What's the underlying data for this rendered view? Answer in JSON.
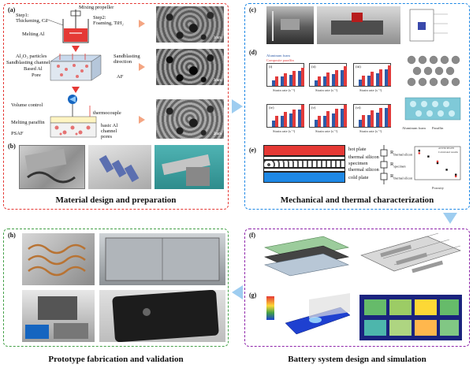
{
  "panels": {
    "top_left": {
      "caption": "Material design and preparation",
      "a": {
        "label": "(a)",
        "mixing_propeller": "Mixing propeller",
        "step1": "Step1:",
        "thickening": "Thickening, Ca",
        "step2": "Step2:",
        "foaming": "Foaming, TiH₂",
        "melting_al": "Melting Al",
        "al2o3": "Al₂O₃ particles",
        "channel": "Sandblasting channel",
        "based_al": "Based Al",
        "pore": "Pore",
        "sandblasting": "Sandblasting",
        "direction": "direction",
        "af": "AF",
        "volume_control": "Volume control",
        "thermocouple": "thermocouple",
        "melting_paraffin": "Melting paraffin",
        "psaf": "PSAF",
        "basic_al": "basic Al",
        "channel2": "channel",
        "pores": "pores",
        "scale1": "3mm",
        "scale2": "3mm",
        "scale3": "2mm"
      },
      "b": {
        "label": "(b)"
      }
    },
    "top_right": {
      "caption": "Mechanical and thermal characterization",
      "c": {
        "label": "(c)"
      },
      "d": {
        "label": "(d)",
        "x_label": "Strain rate (s⁻¹)",
        "legend_al": "Aluminum foam",
        "legend_comp": "Composite paraffin",
        "aluminum_foam": "Aluminum foam",
        "paraffin": "Paraffin"
      },
      "e": {
        "label": "(e)",
        "hot_plate": "hot plate",
        "thermal_silicon1": "thermal silicon",
        "specimen": "specimen",
        "thermal_silicon2": "thermal silicon",
        "cold_plate": "cold plate",
        "r1": "R",
        "r1_sub": "thermal silicon",
        "r2": "R",
        "r2_sub": "specimen",
        "r3": "R",
        "r3_sub": "thermal silicon",
        "x_label": "Porosity",
        "legend1": "ASTM D5470",
        "legend2": "Calculated results"
      }
    },
    "bottom_right": {
      "caption": "Battery system design and simulation",
      "f": {
        "label": "(f)"
      },
      "g": {
        "label": "(g)"
      }
    },
    "bottom_left": {
      "caption": "Prototype fabrication and validation",
      "h": {
        "label": "(h)"
      }
    }
  },
  "chart_data": [
    {
      "type": "bar",
      "title": "",
      "series": [
        {
          "name": "Aluminum foam",
          "values": [
            3,
            5,
            6,
            8
          ]
        },
        {
          "name": "Composite paraffin",
          "values": [
            5,
            7,
            8,
            10
          ]
        }
      ]
    },
    {
      "type": "scatter",
      "title": "",
      "xlabel": "Porosity",
      "series": [
        {
          "name": "ASTM D5470",
          "x": [
            0.7,
            0.74,
            0.78,
            0.82,
            0.86
          ],
          "y": [
            7.5,
            6.8,
            6.0,
            5.2,
            4.6
          ]
        },
        {
          "name": "Calculated results",
          "x": [
            0.7,
            0.78,
            0.86
          ],
          "y": [
            7.2,
            6.2,
            4.4
          ]
        }
      ]
    }
  ],
  "colors": {
    "red_panel": "#e53935",
    "blue_panel": "#1e88e5",
    "purple_panel": "#8e24aa",
    "green_panel": "#43a047",
    "arrow": "#9ecdf0"
  }
}
